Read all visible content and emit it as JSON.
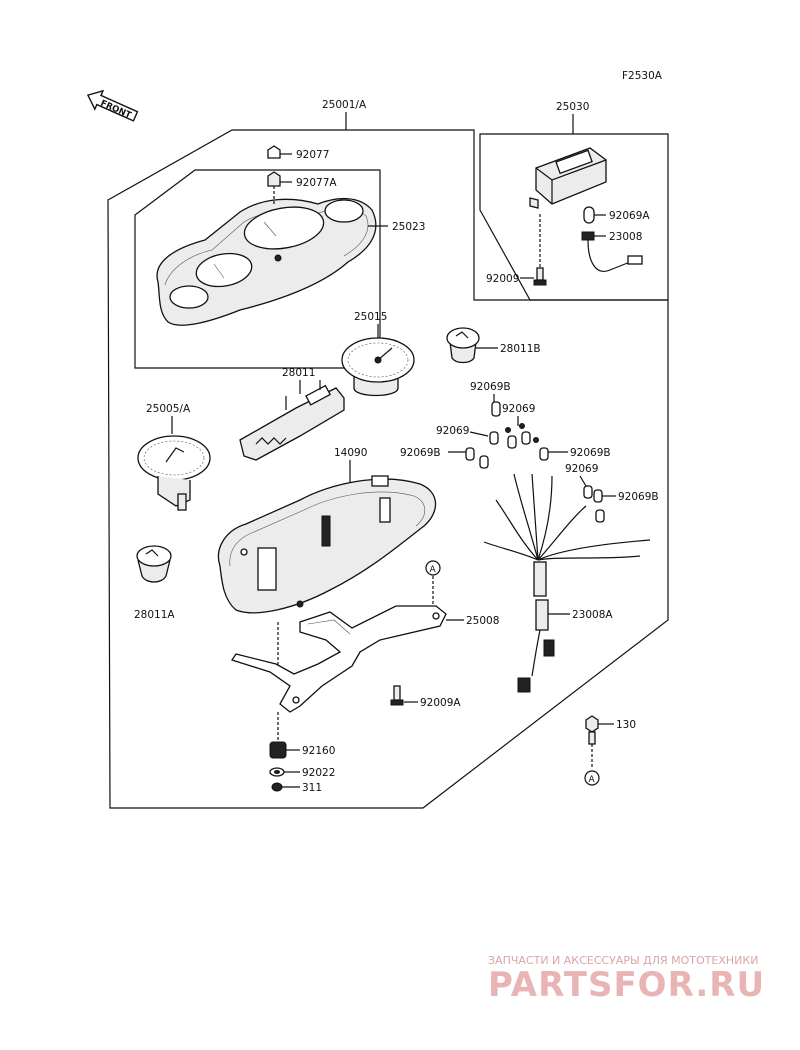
{
  "diagram_code": "F2530A",
  "front_label": "FRONT",
  "assembly_label": "25001/A",
  "parts": {
    "p92077": "92077",
    "p92077A": "92077A",
    "p25023": "25023",
    "p25030": "25030",
    "p92069A": "92069A",
    "p23008": "23008",
    "p92009": "92009",
    "p25015": "25015",
    "p28011B": "28011B",
    "p28011": "28011",
    "p25005A": "25005/A",
    "p92069B_top": "92069B",
    "p92069_top": "92069",
    "p92069_left": "92069",
    "p92069B_left": "92069B",
    "p92069B_right1": "92069B",
    "p92069_right": "92069",
    "p92069B_right2": "92069B",
    "p14090": "14090",
    "p28011A": "28011A",
    "p25008": "25008",
    "p23008A": "23008A",
    "p92009A": "92009A",
    "p130": "130",
    "p92160": "92160",
    "p92022": "92022",
    "p311": "311",
    "ref_a1": "A",
    "ref_a2": "A"
  },
  "watermark": {
    "line1": "ЗАПЧАСТИ И АКСЕССУАРЫ ДЛЯ МОТОТЕХНИКИ",
    "line2": "PARTSFOR.RU"
  }
}
